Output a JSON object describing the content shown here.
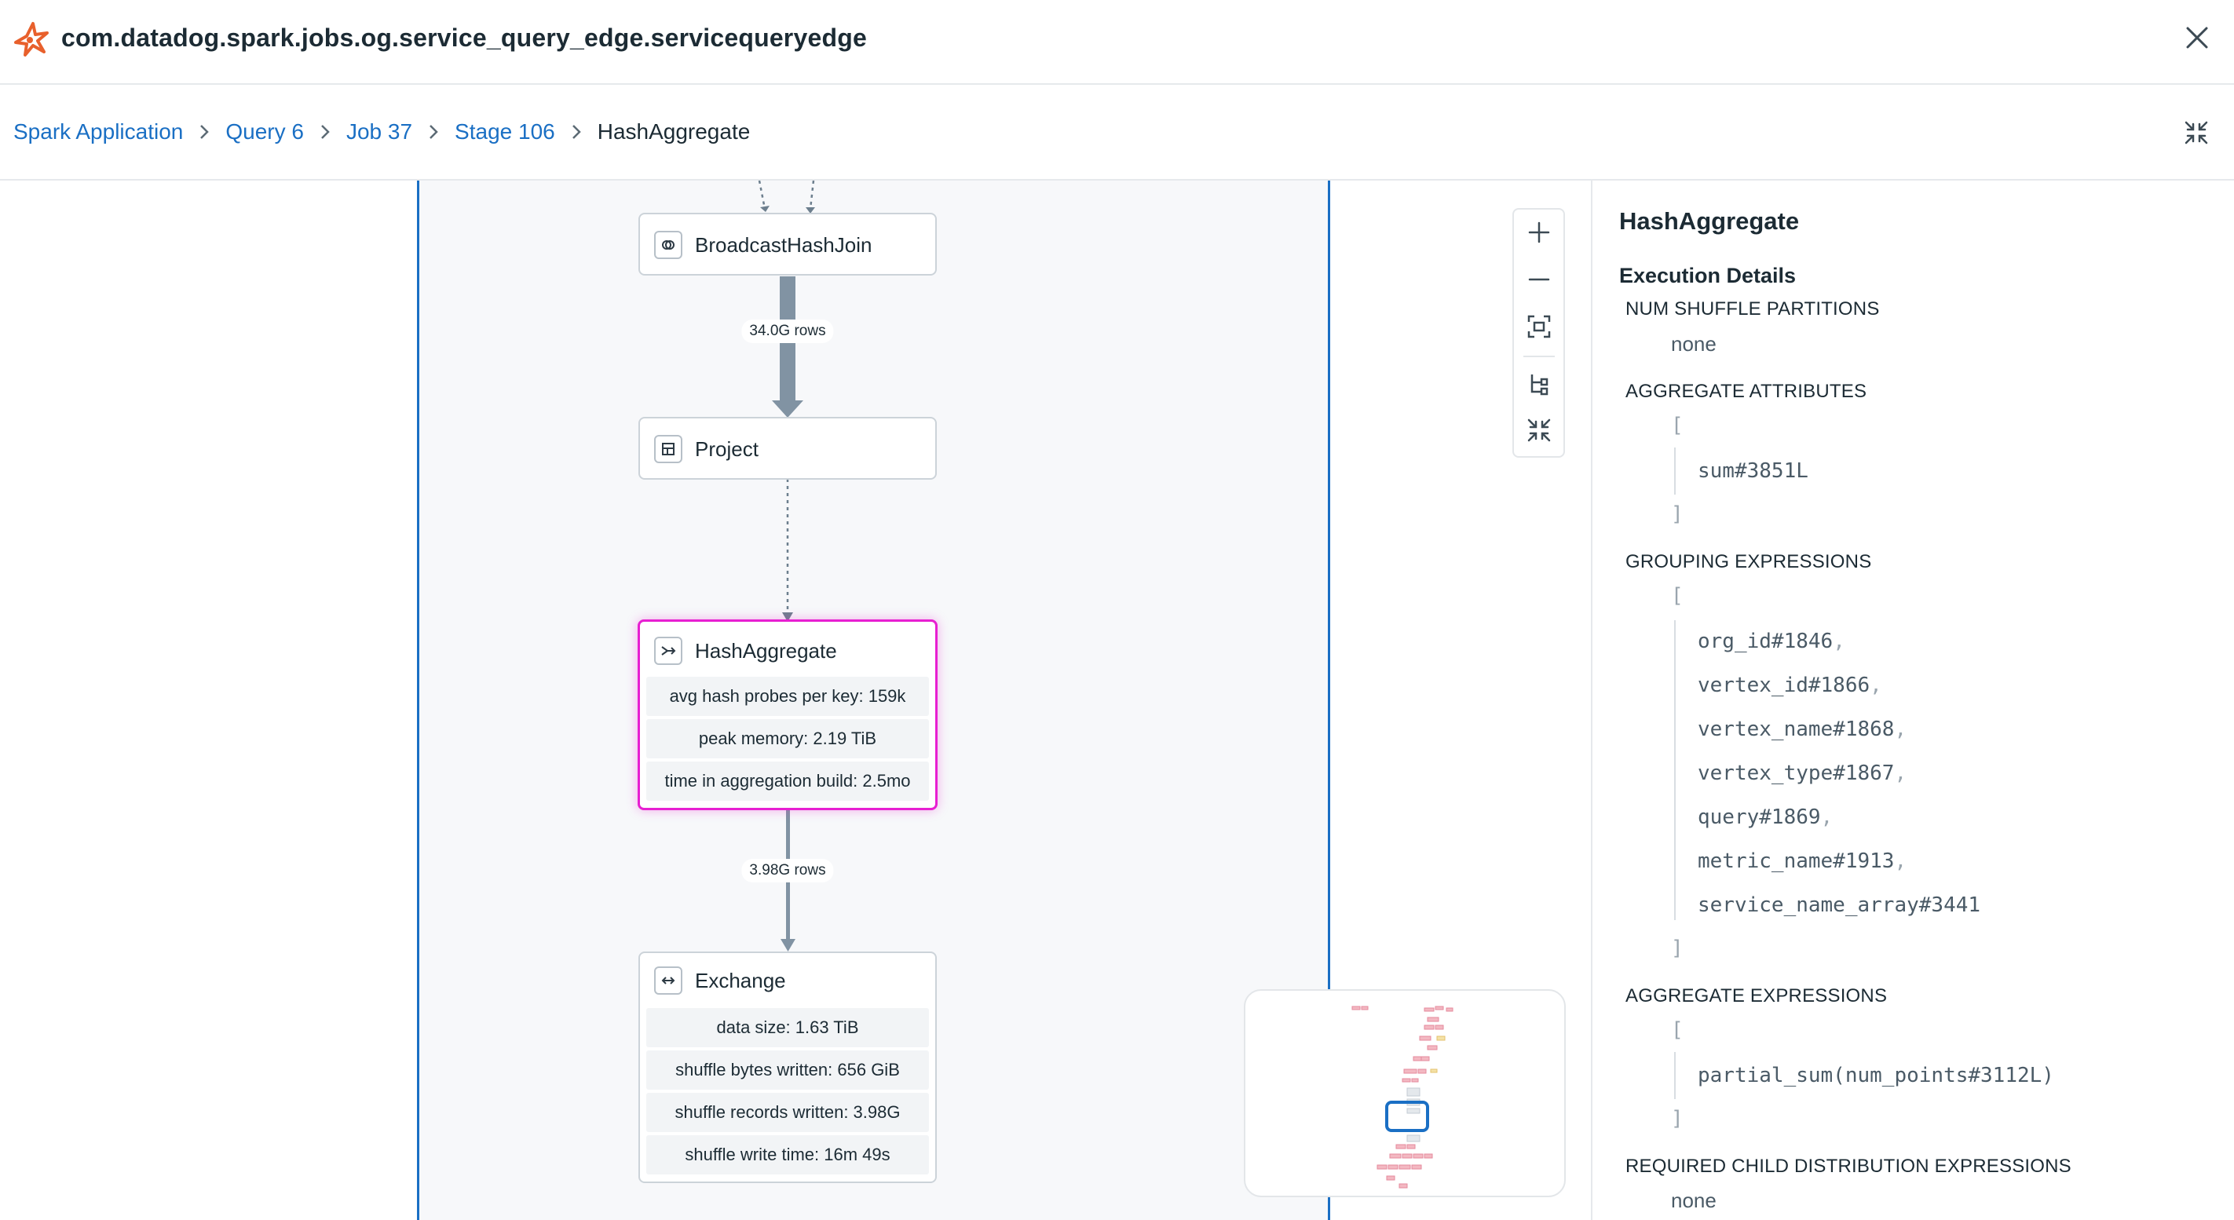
{
  "header": {
    "title": "com.datadog.spark.jobs.og.service_query_edge.servicequeryedge"
  },
  "breadcrumb": {
    "links": [
      "Spark Application",
      "Query 6",
      "Job 37",
      "Stage 106"
    ],
    "current": "HashAggregate"
  },
  "graph": {
    "nodes": [
      {
        "title": "BroadcastHashJoin",
        "icon": "join-icon"
      },
      {
        "title": "Project",
        "icon": "table-icon"
      },
      {
        "title": "HashAggregate",
        "icon": "aggregate-icon",
        "selected": true,
        "metrics": [
          "avg hash probes per key: 159k",
          "peak memory: 2.19 TiB",
          "time in aggregation build: 2.5mo"
        ]
      },
      {
        "title": "Exchange",
        "icon": "exchange-icon",
        "metrics": [
          "data size: 1.63 TiB",
          "shuffle bytes written: 656 GiB",
          "shuffle records written: 3.98G",
          "shuffle write time: 16m 49s"
        ]
      }
    ],
    "edge_labels": [
      "34.0G rows",
      "3.98G rows"
    ]
  },
  "toolbar": {
    "tools": [
      "zoom-in-icon",
      "zoom-out-icon",
      "fit-view-icon",
      "layout-tree-icon",
      "collapse-icon"
    ]
  },
  "details": {
    "title": "HashAggregate",
    "section": "Execution Details",
    "num_shuffle_partitions": {
      "label": "NUM SHUFFLE PARTITIONS",
      "value": "none"
    },
    "aggregate_attributes": {
      "label": "AGGREGATE ATTRIBUTES",
      "items": [
        "sum#3851L"
      ]
    },
    "grouping_expressions": {
      "label": "GROUPING EXPRESSIONS",
      "items": [
        "org_id#1846",
        "vertex_id#1866",
        "vertex_name#1868",
        "vertex_type#1867",
        "query#1869",
        "metric_name#1913",
        "service_name_array#3441"
      ]
    },
    "aggregate_expressions": {
      "label": "AGGREGATE EXPRESSIONS",
      "items": [
        "partial_sum(num_points#3112L)"
      ]
    },
    "required_child_distribution": {
      "label": "REQUIRED CHILD DISTRIBUTION EXPRESSIONS",
      "value": "none"
    },
    "bracket_open": "[",
    "bracket_close": "]",
    "comma": ","
  },
  "colors": {
    "accent": "#1a6fc4",
    "selected_border": "#e71fd1",
    "logo": "#e8602c"
  }
}
